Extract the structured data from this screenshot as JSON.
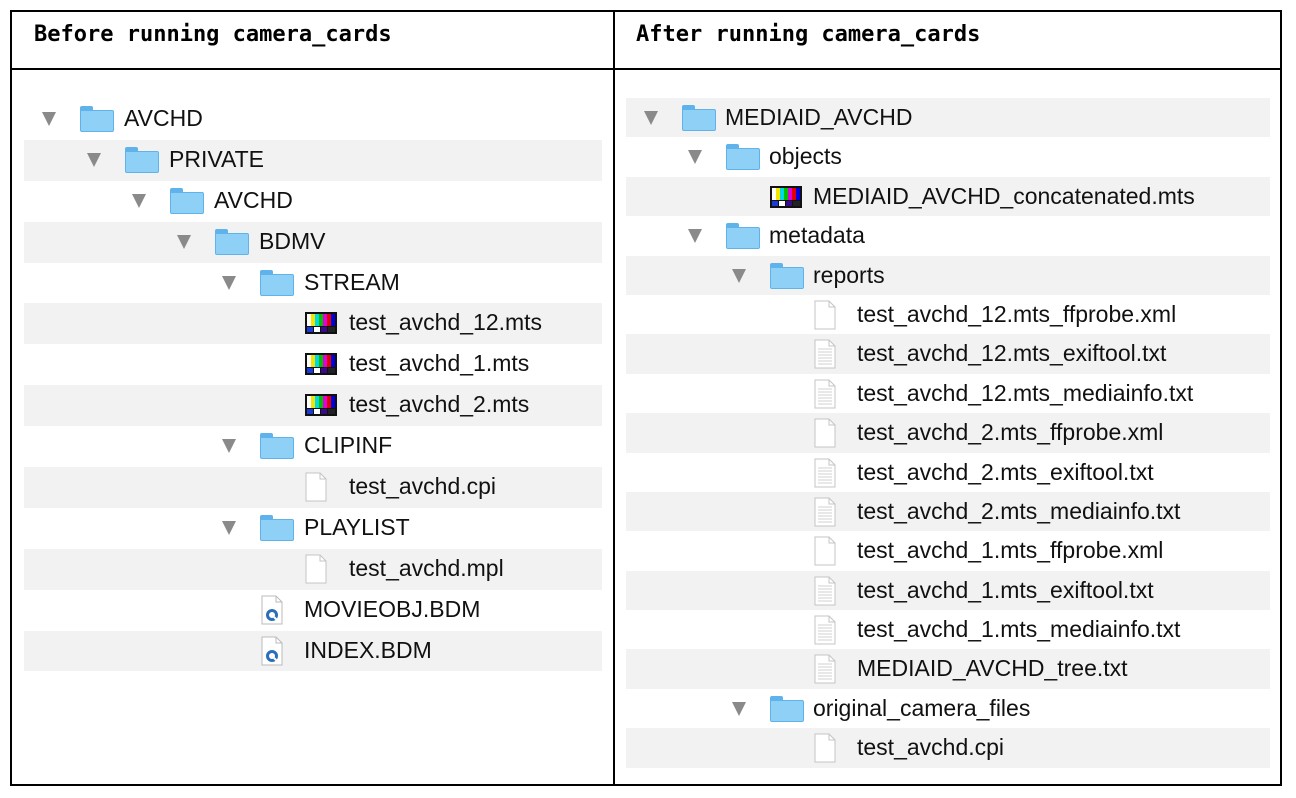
{
  "headers": {
    "before": "Before running camera_cards",
    "after": "After running camera_cards"
  },
  "before_tree": [
    {
      "label": "AVCHD",
      "icon": "folder-icon",
      "level": 0,
      "expanded": true
    },
    {
      "label": "PRIVATE",
      "icon": "folder-icon",
      "level": 1,
      "expanded": true
    },
    {
      "label": "AVCHD",
      "icon": "folder-icon",
      "level": 2,
      "expanded": true
    },
    {
      "label": "BDMV",
      "icon": "folder-icon",
      "level": 3,
      "expanded": true
    },
    {
      "label": "STREAM",
      "icon": "folder-icon",
      "level": 4,
      "expanded": true
    },
    {
      "label": "test_avchd_12.mts",
      "icon": "video-file-icon",
      "level": 5
    },
    {
      "label": "test_avchd_1.mts",
      "icon": "video-file-icon",
      "level": 5
    },
    {
      "label": "test_avchd_2.mts",
      "icon": "video-file-icon",
      "level": 5
    },
    {
      "label": "CLIPINF",
      "icon": "folder-icon",
      "level": 4,
      "expanded": true
    },
    {
      "label": "test_avchd.cpi",
      "icon": "blank-document-icon",
      "level": 5
    },
    {
      "label": "PLAYLIST",
      "icon": "folder-icon",
      "level": 4,
      "expanded": true
    },
    {
      "label": "test_avchd.mpl",
      "icon": "blank-document-icon",
      "level": 5
    },
    {
      "label": "MOVIEOBJ.BDM",
      "icon": "quicktime-file-icon",
      "level": 4
    },
    {
      "label": "INDEX.BDM",
      "icon": "quicktime-file-icon",
      "level": 4
    }
  ],
  "after_tree": [
    {
      "label": "MEDIAID_AVCHD",
      "icon": "folder-icon",
      "level": 0,
      "expanded": true
    },
    {
      "label": "objects",
      "icon": "folder-icon",
      "level": 1,
      "expanded": true
    },
    {
      "label": "MEDIAID_AVCHD_concatenated.mts",
      "icon": "video-file-icon",
      "level": 2
    },
    {
      "label": "metadata",
      "icon": "folder-icon",
      "level": 1,
      "expanded": true
    },
    {
      "label": "reports",
      "icon": "folder-icon",
      "level": 2,
      "expanded": true
    },
    {
      "label": "test_avchd_12.mts_ffprobe.xml",
      "icon": "blank-document-icon",
      "level": 3
    },
    {
      "label": "test_avchd_12.mts_exiftool.txt",
      "icon": "text-document-icon",
      "level": 3
    },
    {
      "label": "test_avchd_12.mts_mediainfo.txt",
      "icon": "text-document-icon",
      "level": 3
    },
    {
      "label": "test_avchd_2.mts_ffprobe.xml",
      "icon": "blank-document-icon",
      "level": 3
    },
    {
      "label": "test_avchd_2.mts_exiftool.txt",
      "icon": "text-document-icon",
      "level": 3
    },
    {
      "label": "test_avchd_2.mts_mediainfo.txt",
      "icon": "text-document-icon",
      "level": 3
    },
    {
      "label": "test_avchd_1.mts_ffprobe.xml",
      "icon": "blank-document-icon",
      "level": 3
    },
    {
      "label": "test_avchd_1.mts_exiftool.txt",
      "icon": "text-document-icon",
      "level": 3
    },
    {
      "label": "test_avchd_1.mts_mediainfo.txt",
      "icon": "text-document-icon",
      "level": 3
    },
    {
      "label": "MEDIAID_AVCHD_tree.txt",
      "icon": "text-document-icon",
      "level": 3
    },
    {
      "label": "original_camera_files",
      "icon": "folder-icon",
      "level": 2,
      "expanded": true
    },
    {
      "label": "test_avchd.cpi",
      "icon": "blank-document-icon",
      "level": 3
    }
  ],
  "colors": {
    "folder": "#8fd0f6",
    "row_alt": "#f2f2f2",
    "triangle": "#8a8a8a"
  }
}
